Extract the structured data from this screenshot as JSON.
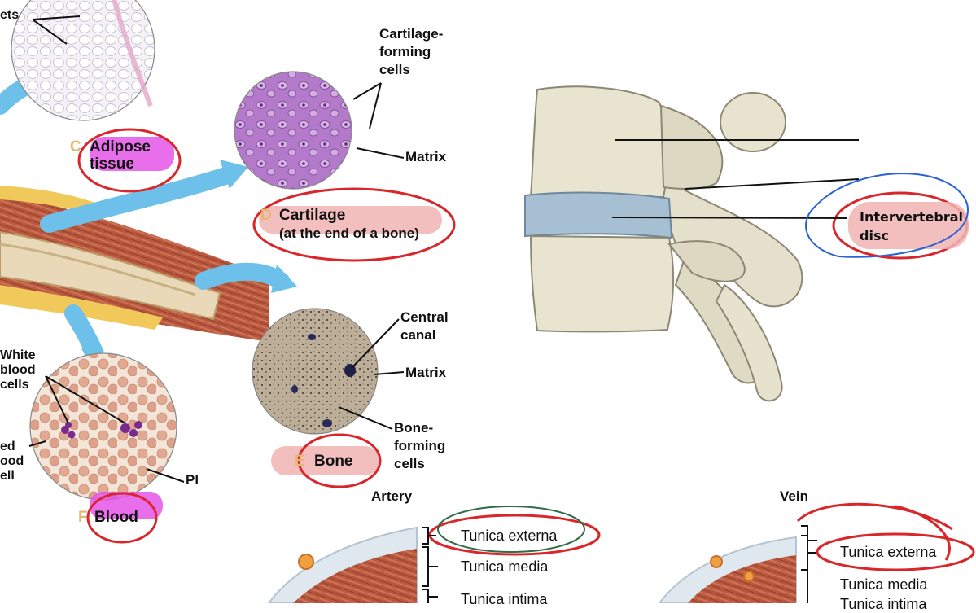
{
  "tissues": {
    "adipose": {
      "name_line1": "Adipose",
      "name_line2": "tissue",
      "letter": "C",
      "part_label": "ets"
    },
    "cartilage": {
      "title": "Cartilage",
      "subtitle": "(at the end of a bone)",
      "letter": "D",
      "cells_label_line1": "Cartilage-",
      "cells_label_line2": "forming",
      "cells_label_line3": "cells",
      "matrix_label": "Matrix"
    },
    "bone": {
      "title": "Bone",
      "letter": "E",
      "canal_line1": "Central",
      "canal_line2": "canal",
      "matrix_label": "Matrix",
      "cells_line1": "Bone-",
      "cells_line2": "forming",
      "cells_line3": "cells"
    },
    "blood": {
      "title": "Blood",
      "letter": "F",
      "wbc_line1": "White",
      "wbc_line2": "blood",
      "wbc_line3": "cells",
      "rbc_line1": "ed",
      "rbc_line2": "ood",
      "rbc_line3": "ell",
      "plasma_fragment": "Pl"
    }
  },
  "spine": {
    "disc_label_line1": "Intervertebral",
    "disc_label_line2": "disc"
  },
  "vessels": {
    "artery": {
      "title": "Artery",
      "layers": [
        "Tunica externa",
        "Tunica media",
        "Tunica intima"
      ]
    },
    "vein": {
      "title": "Vein",
      "layers": [
        "Tunica externa",
        "Tunica media",
        "Tunica intima"
      ]
    }
  },
  "colors": {
    "annotation_red": "#d9262a",
    "highlight_pink": "#f0b3b3",
    "highlight_magenta": "#e455e8",
    "annotation_blue": "#2a62d8",
    "annotation_green": "#2f6b47",
    "arrow_blue": "#6cc0ea"
  }
}
